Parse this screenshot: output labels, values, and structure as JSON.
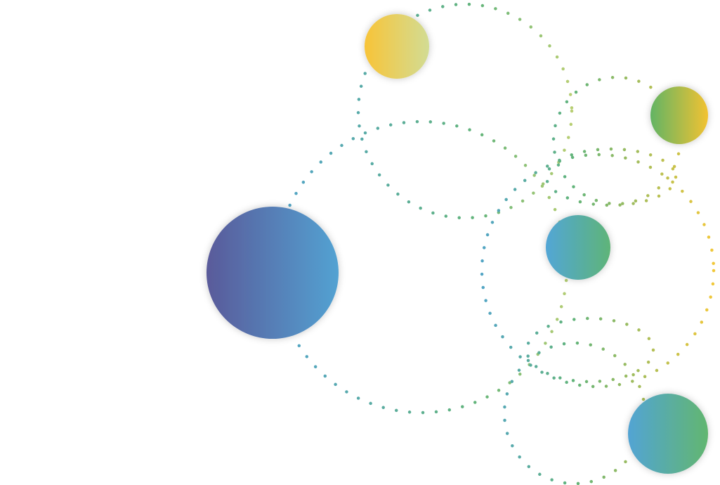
{
  "palette": {
    "purple": "#5a5a9a",
    "blue": "#52a4d4",
    "green": "#62b672",
    "yellow": "#f6c436",
    "pale_yellow": "#d4dc90"
  },
  "balls": [
    {
      "name": "large-purple-blue-circle",
      "from": "#5a5a9a",
      "to": "#52a2d2"
    },
    {
      "name": "yellow-circle",
      "from": "#f8c438",
      "to": "#d2dc94"
    },
    {
      "name": "green-yellow-circle",
      "from": "#62b464",
      "to": "#f2c232"
    },
    {
      "name": "blue-green-circle",
      "from": "#52a6d6",
      "to": "#5eb478"
    },
    {
      "name": "teal-green-circle",
      "from": "#52a4d4",
      "to": "#62b670"
    }
  ]
}
